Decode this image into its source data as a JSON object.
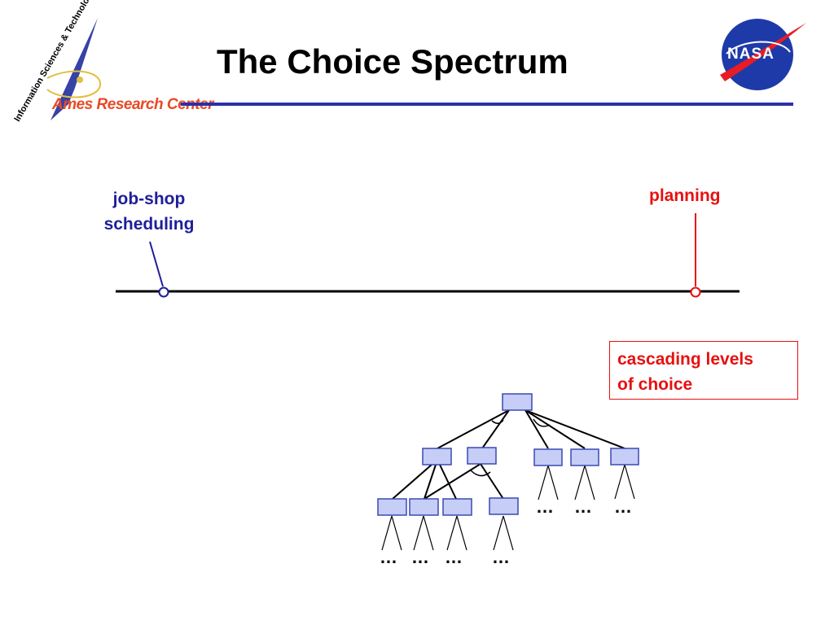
{
  "header": {
    "title": "The Choice Spectrum",
    "org_name": "Ames Research Center",
    "org_division": "Information Sciences & Technology",
    "agency_logo_text": "NASA",
    "rule_color": "#2b2fa8"
  },
  "spectrum": {
    "left_label_line1": "job-shop",
    "left_label_line2": "scheduling",
    "right_label": "planning",
    "left_color": "#1e1e9a",
    "right_color": "#e81010"
  },
  "callout": {
    "line1": "cascading levels",
    "line2": "of choice"
  },
  "tree": {
    "node_fill": "#c6cdf7",
    "node_stroke": "#3a4ab0",
    "ellipsis": "…"
  }
}
